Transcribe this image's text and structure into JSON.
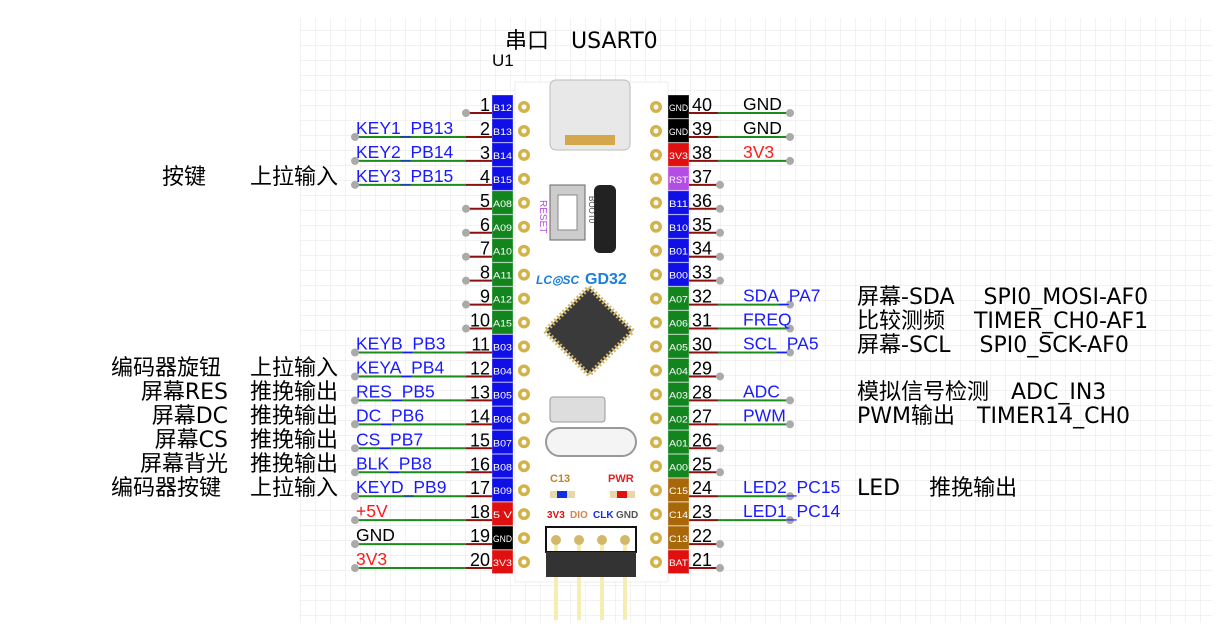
{
  "title": "串口　USART0",
  "designator": "U1",
  "colors": {
    "blue": "#1010e6",
    "green": "#12851f",
    "red": "#e01010",
    "black": "#000000",
    "purple": "#b44de6",
    "brown": "#a8680a",
    "label_blue": "#1a1aff",
    "label_red": "#ff1a1a",
    "wire_green": "#1c8c1c",
    "wire_red": "#8b1010"
  },
  "left_pins": [
    {
      "num": "1",
      "code": "B12",
      "color": "blue",
      "label": "",
      "label_color": ""
    },
    {
      "num": "2",
      "code": "B13",
      "color": "blue",
      "label": "KEY1_PB13",
      "label_color": "label_blue"
    },
    {
      "num": "3",
      "code": "B14",
      "color": "blue",
      "label": "KEY2_PB14",
      "label_color": "label_blue"
    },
    {
      "num": "4",
      "code": "B15",
      "color": "blue",
      "label": "KEY3_PB15",
      "label_color": "label_blue"
    },
    {
      "num": "5",
      "code": "A08",
      "color": "green",
      "label": "",
      "label_color": ""
    },
    {
      "num": "6",
      "code": "A09",
      "color": "green",
      "label": "",
      "label_color": ""
    },
    {
      "num": "7",
      "code": "A10",
      "color": "green",
      "label": "",
      "label_color": ""
    },
    {
      "num": "8",
      "code": "A11",
      "color": "green",
      "label": "",
      "label_color": ""
    },
    {
      "num": "9",
      "code": "A12",
      "color": "green",
      "label": "",
      "label_color": ""
    },
    {
      "num": "10",
      "code": "A15",
      "color": "green",
      "label": "",
      "label_color": ""
    },
    {
      "num": "11",
      "code": "B03",
      "color": "blue",
      "label": "KEYB_PB3",
      "label_color": "label_blue"
    },
    {
      "num": "12",
      "code": "B04",
      "color": "blue",
      "label": "KEYA_PB4",
      "label_color": "label_blue"
    },
    {
      "num": "13",
      "code": "B05",
      "color": "blue",
      "label": "RES_PB5",
      "label_color": "label_blue"
    },
    {
      "num": "14",
      "code": "B06",
      "color": "blue",
      "label": "DC_PB6",
      "label_color": "label_blue"
    },
    {
      "num": "15",
      "code": "B07",
      "color": "blue",
      "label": "CS_PB7",
      "label_color": "label_blue"
    },
    {
      "num": "16",
      "code": "B08",
      "color": "blue",
      "label": "BLK_PB8",
      "label_color": "label_blue"
    },
    {
      "num": "17",
      "code": "B09",
      "color": "blue",
      "label": "KEYD_PB9",
      "label_color": "label_blue"
    },
    {
      "num": "18",
      "code": "5 V",
      "color": "red",
      "label": "+5V",
      "label_color": "label_red"
    },
    {
      "num": "19",
      "code": "GND",
      "color": "black",
      "label": "GND",
      "label_color": "black"
    },
    {
      "num": "20",
      "code": "3V3",
      "color": "red",
      "label": "3V3",
      "label_color": "label_red"
    }
  ],
  "right_pins": [
    {
      "num": "40",
      "code": "GND",
      "color": "black",
      "label": "GND",
      "label_color": "black"
    },
    {
      "num": "39",
      "code": "GND",
      "color": "black",
      "label": "GND",
      "label_color": "black"
    },
    {
      "num": "38",
      "code": "3V3",
      "color": "red",
      "label": "3V3",
      "label_color": "label_red"
    },
    {
      "num": "37",
      "code": "RST",
      "color": "purple",
      "label": "",
      "label_color": ""
    },
    {
      "num": "36",
      "code": "B11",
      "color": "blue",
      "label": "",
      "label_color": ""
    },
    {
      "num": "35",
      "code": "B10",
      "color": "blue",
      "label": "",
      "label_color": ""
    },
    {
      "num": "34",
      "code": "B01",
      "color": "blue",
      "label": "",
      "label_color": ""
    },
    {
      "num": "33",
      "code": "B00",
      "color": "blue",
      "label": "",
      "label_color": ""
    },
    {
      "num": "32",
      "code": "A07",
      "color": "green",
      "label": "SDA_PA7",
      "label_color": "label_blue"
    },
    {
      "num": "31",
      "code": "A06",
      "color": "green",
      "label": "FREQ",
      "label_color": "label_blue"
    },
    {
      "num": "30",
      "code": "A05",
      "color": "green",
      "label": "SCL_PA5",
      "label_color": "label_blue"
    },
    {
      "num": "29",
      "code": "A04",
      "color": "green",
      "label": "",
      "label_color": ""
    },
    {
      "num": "28",
      "code": "A03",
      "color": "green",
      "label": "ADC",
      "label_color": "label_blue"
    },
    {
      "num": "27",
      "code": "A02",
      "color": "green",
      "label": "PWM",
      "label_color": "label_blue"
    },
    {
      "num": "26",
      "code": "A01",
      "color": "green",
      "label": "",
      "label_color": ""
    },
    {
      "num": "25",
      "code": "A00",
      "color": "green",
      "label": "",
      "label_color": ""
    },
    {
      "num": "24",
      "code": "C15",
      "color": "brown",
      "label": "LED2_PC15",
      "label_color": "label_blue"
    },
    {
      "num": "23",
      "code": "C14",
      "color": "brown",
      "label": "LED1_PC14",
      "label_color": "label_blue"
    },
    {
      "num": "22",
      "code": "C13",
      "color": "brown",
      "label": "",
      "label_color": ""
    },
    {
      "num": "21",
      "code": "BAT",
      "color": "red",
      "label": "",
      "label_color": ""
    }
  ],
  "left_annotations": [
    {
      "text": "按键　　上拉输入",
      "row": 3
    },
    {
      "text": "编码器旋钮　 上拉输入",
      "row": 11
    },
    {
      "text": "屏幕RES　推挽输出",
      "row": 12
    },
    {
      "text": "屏幕DC　推挽输出",
      "row": 13
    },
    {
      "text": "屏幕CS　推挽输出",
      "row": 14
    },
    {
      "text": "屏幕背光　推挽输出",
      "row": 15
    },
    {
      "text": "编码器按键　 上拉输入",
      "row": 16
    }
  ],
  "right_annotations": [
    {
      "text": "屏幕-SDA　 SPI0_MOSI-AF0",
      "row": 8
    },
    {
      "text": "比较测频　 TIMER_CH0-AF1",
      "row": 9
    },
    {
      "text": "屏幕-SCL　 SPI0_SCK-AF0",
      "row": 10
    },
    {
      "text": "模拟信号检测　ADC_IN3",
      "row": 12
    },
    {
      "text": "PWM输出　TIMER14_CH0",
      "row": 13
    },
    {
      "text": "LED　 推挽输出",
      "row": 16
    }
  ],
  "board": {
    "reset_label": "RESET",
    "boot_label": "BOOT0",
    "logo_left": "LC◎SC",
    "logo_right": "GD32",
    "led_c13": "C13",
    "led_pwr": "PWR",
    "swd": [
      "3V3",
      "DIO",
      "CLK",
      "GND"
    ]
  }
}
